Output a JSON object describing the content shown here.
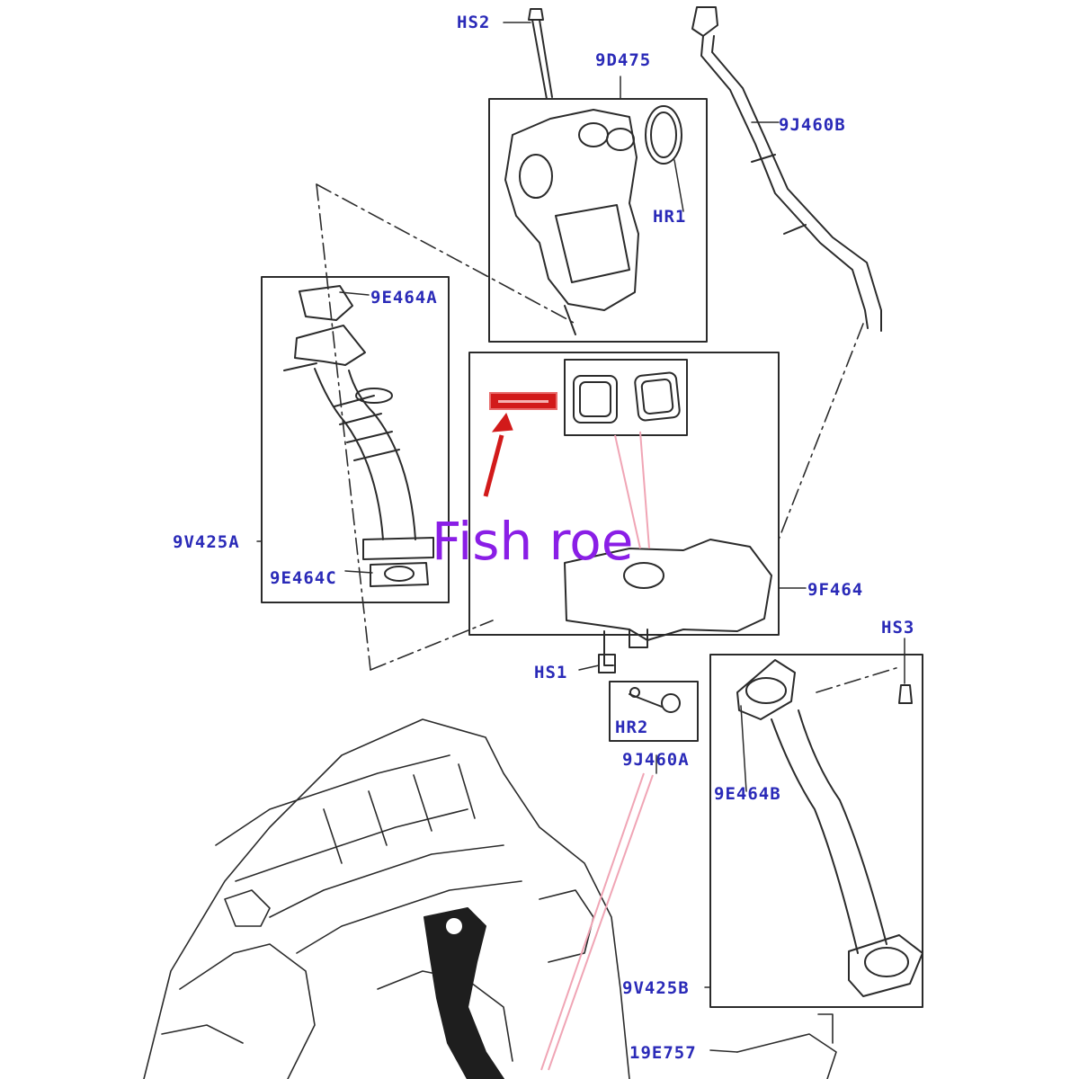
{
  "labels": {
    "hs2": "HS2",
    "p9d475": "9D475",
    "p9j460b": "9J460B",
    "hr1": "HR1",
    "p9e464a": "9E464A",
    "p9v425a": "9V425A",
    "p9e464c": "9E464C",
    "p9f464": "9F464",
    "hs3": "HS3",
    "hs1": "HS1",
    "hr2": "HR2",
    "p9j460a": "9J460A",
    "p9e464b": "9E464B",
    "p9v425b": "9V425B",
    "p19e757": "19E757"
  },
  "overlay_text": "Fish roe",
  "colors": {
    "label": "#2a2ab8",
    "line": "#2b2b2b",
    "callout_red": "#d21a1a",
    "overlay": "#8a1ee6",
    "pink_lead": "#f0a5b5"
  }
}
